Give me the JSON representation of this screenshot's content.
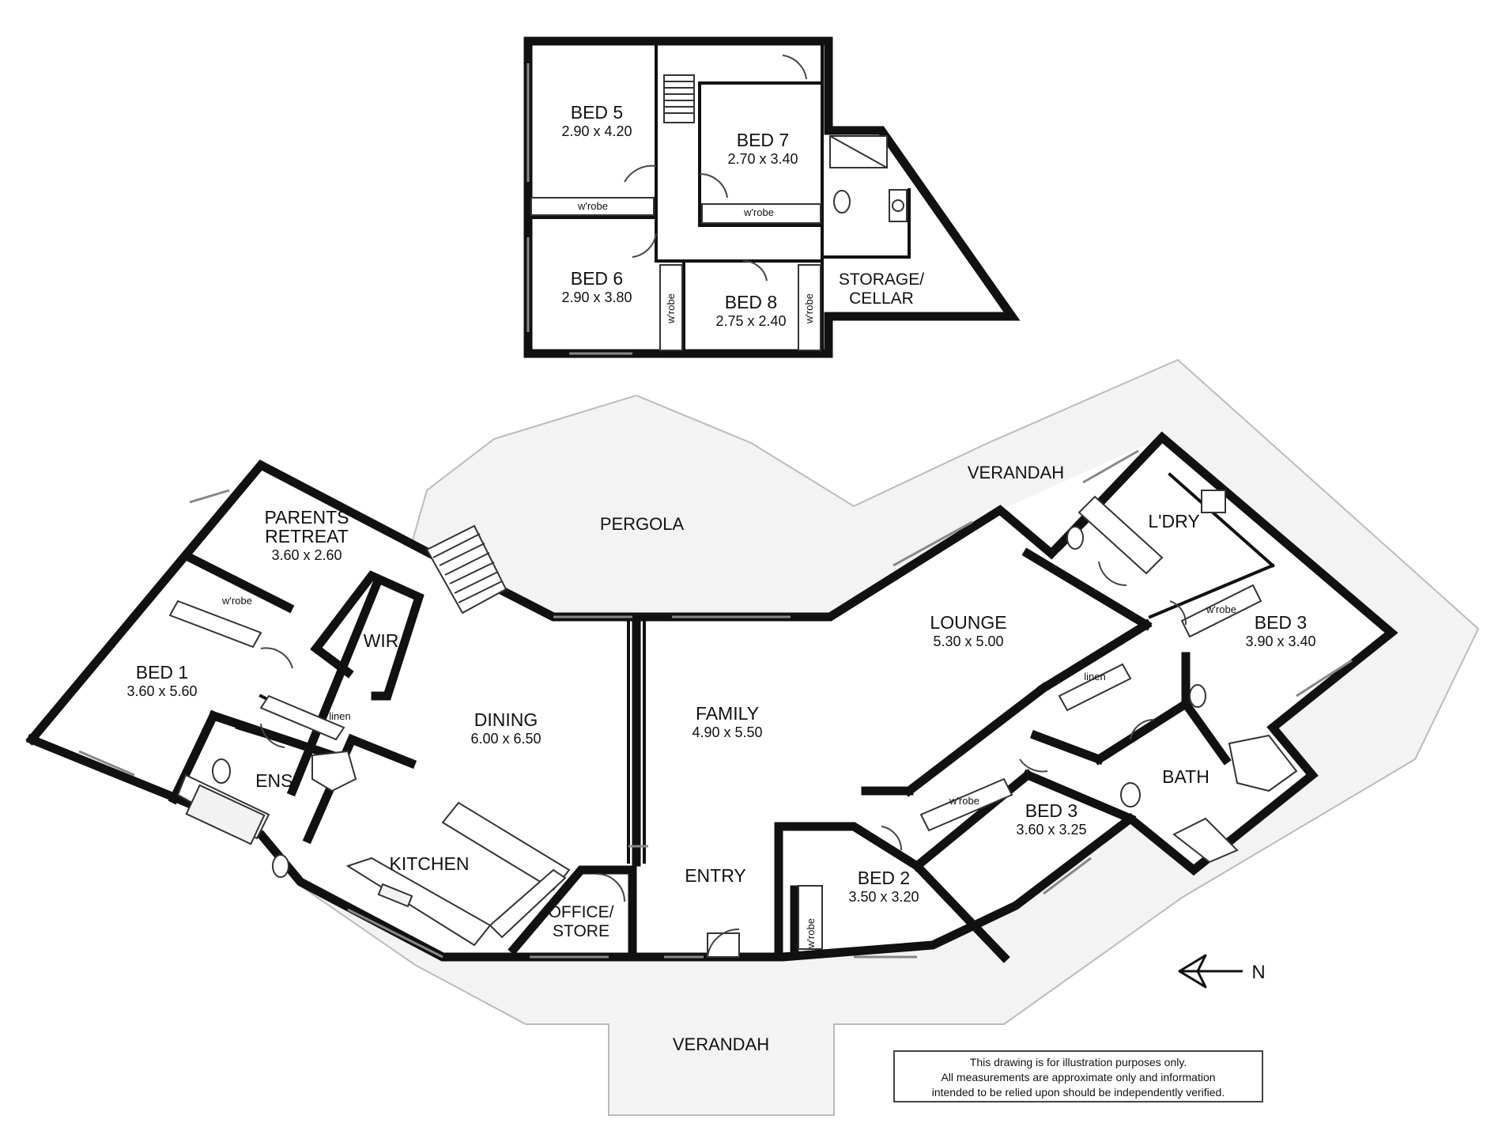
{
  "upper_floor": {
    "rooms": [
      {
        "id": "bed5",
        "name": "BED 5",
        "dims": "2.90 x 4.20"
      },
      {
        "id": "bed7",
        "name": "BED 7",
        "dims": "2.70 x 3.40"
      },
      {
        "id": "bed6",
        "name": "BED 6",
        "dims": "2.90 x 3.80"
      },
      {
        "id": "bed8",
        "name": "BED 8",
        "dims": "2.75 x 2.40"
      }
    ],
    "storage_line1": "STORAGE/",
    "storage_line2": "CELLAR",
    "wrobe": "w'robe"
  },
  "ground_floor": {
    "rooms": [
      {
        "id": "parents",
        "name": "PARENTS",
        "name2": "RETREAT",
        "dims": "3.60 x 2.60"
      },
      {
        "id": "bed1",
        "name": "BED 1",
        "dims": "3.60 x 5.60"
      },
      {
        "id": "dining",
        "name": "DINING",
        "dims": "6.00 x 6.50"
      },
      {
        "id": "family",
        "name": "FAMILY",
        "dims": "4.90 x 5.50"
      },
      {
        "id": "lounge",
        "name": "LOUNGE",
        "dims": "5.30 x 5.00"
      },
      {
        "id": "bed3a",
        "name": "BED 3",
        "dims": "3.90 x 3.40"
      },
      {
        "id": "bed3b",
        "name": "BED 3",
        "dims": "3.60 x 3.25"
      },
      {
        "id": "bed2",
        "name": "BED 2",
        "dims": "3.50 x 3.20"
      }
    ],
    "wir": "WIR",
    "ens": "ENS.",
    "kitchen": "KITCHEN",
    "entry": "ENTRY",
    "office_line1": "OFFICE/",
    "office_line2": "STORE",
    "ldry": "L'DRY",
    "bath": "BATH",
    "linen": "linen",
    "wrobe": "w'robe"
  },
  "outdoor": {
    "pergola": "PERGOLA",
    "verandah_top": "VERANDAH",
    "verandah_bottom": "VERANDAH"
  },
  "compass": {
    "label": "N"
  },
  "disclaimer": {
    "line1": "This drawing is for illustration purposes only.",
    "line2": "All measurements are approximate only and information",
    "line3": "intended to be relied upon should be independently verified."
  }
}
